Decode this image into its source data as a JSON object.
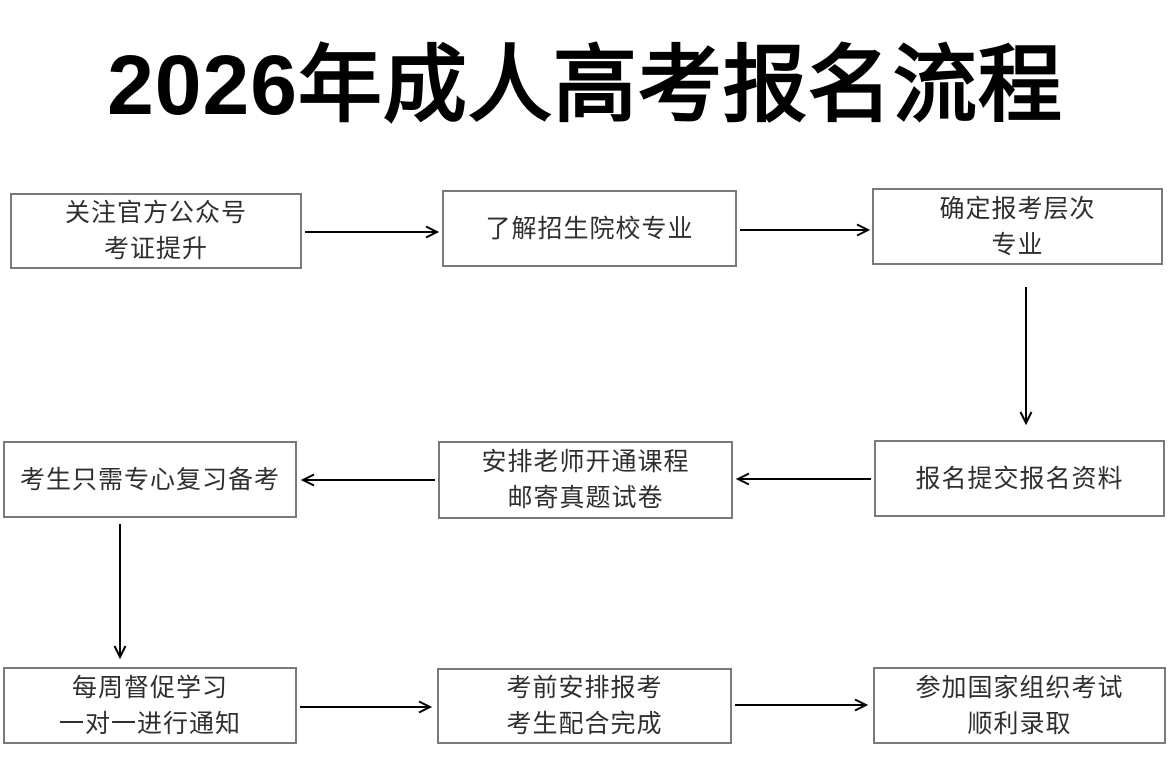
{
  "title": "2026年成人高考报名流程",
  "colors": {
    "background": "#ffffff",
    "box_border": "#7a7a7a",
    "box_text": "#2f2f2f",
    "arrow": "#000000",
    "title_text": "#000000"
  },
  "flow": {
    "steps": [
      {
        "id": 1,
        "lines": [
          "关注官方公众号",
          "考证提升"
        ]
      },
      {
        "id": 2,
        "lines": [
          "了解招生院校专业"
        ]
      },
      {
        "id": 3,
        "lines": [
          "确定报考层次",
          "专业"
        ]
      },
      {
        "id": 4,
        "lines": [
          "报名提交报名资料"
        ]
      },
      {
        "id": 5,
        "lines": [
          "安排老师开通课程",
          "邮寄真题试卷"
        ]
      },
      {
        "id": 6,
        "lines": [
          "考生只需专心复习备考"
        ]
      },
      {
        "id": 7,
        "lines": [
          "每周督促学习",
          "一对一进行通知"
        ]
      },
      {
        "id": 8,
        "lines": [
          "考前安排报考",
          "考生配合完成"
        ]
      },
      {
        "id": 9,
        "lines": [
          "参加国家组织考试",
          "顺利录取"
        ]
      }
    ],
    "connections": [
      {
        "from": 1,
        "to": 2,
        "direction": "right"
      },
      {
        "from": 2,
        "to": 3,
        "direction": "right"
      },
      {
        "from": 3,
        "to": 4,
        "direction": "down"
      },
      {
        "from": 4,
        "to": 5,
        "direction": "left"
      },
      {
        "from": 5,
        "to": 6,
        "direction": "left"
      },
      {
        "from": 6,
        "to": 7,
        "direction": "down"
      },
      {
        "from": 7,
        "to": 8,
        "direction": "right"
      },
      {
        "from": 8,
        "to": 9,
        "direction": "right"
      }
    ]
  }
}
